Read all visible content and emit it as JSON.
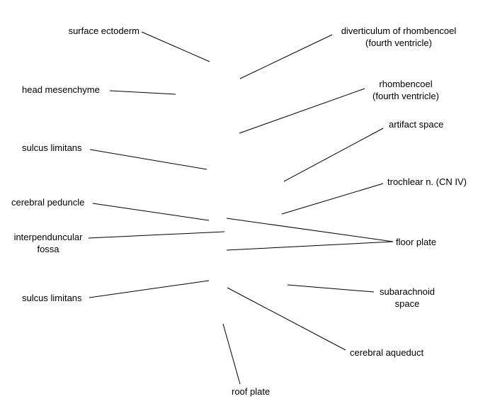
{
  "colors": {
    "background": "#ffffff",
    "line": "#000000",
    "text": "#000000"
  },
  "labels": {
    "surface_ectoderm": "surface ectoderm",
    "head_mesenchyme": "head mesenchyme",
    "sulcus_limitans_upper": "sulcus limitans",
    "cerebral_peduncle": "cerebral peduncle",
    "interpeduncular_fossa_line1": "interpenduncular",
    "interpeduncular_fossa_line2": "fossa",
    "sulcus_limitans_lower": "sulcus limitans",
    "roof_plate": "roof plate",
    "diverticulum_line1": "diverticulum of rhombencoel",
    "diverticulum_line2": "(fourth ventricle)",
    "rhombencoel_line1": "rhombencoel",
    "rhombencoel_line2": "(fourth ventricle)",
    "artifact_space": "artifact space",
    "trochlear_nerve": "trochlear n. (CN IV)",
    "floor_plate": "floor plate",
    "subarachnoid_line1": "subarachnoid",
    "subarachnoid_line2": "space",
    "cerebral_aqueduct": "cerebral aqueduct"
  }
}
